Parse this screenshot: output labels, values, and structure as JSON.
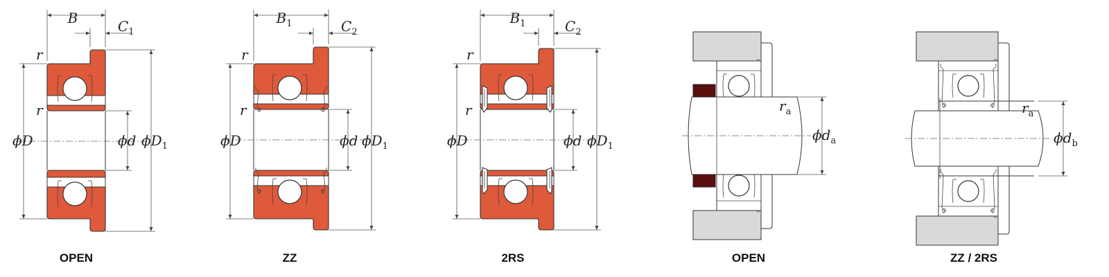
{
  "diagram": {
    "colors": {
      "ring": "#de5a3a",
      "ring_stroke": "#333333",
      "housing": "#d9d9d9",
      "collar": "#5a0e10",
      "line": "#333333"
    },
    "variants": [
      {
        "caption": "OPEN",
        "width_symbol": "B",
        "flange_symbol": "C",
        "flange_sub": "1",
        "corner_symbol": "r",
        "outer_dia_symbol": "ϕD",
        "bore_symbol": "ϕd",
        "flange_dia_symbol": "ϕD",
        "flange_dia_sub": "1",
        "shield": "none"
      },
      {
        "caption": "ZZ",
        "width_symbol": "B",
        "width_sub": "1",
        "flange_symbol": "C",
        "flange_sub": "2",
        "corner_symbol": "r",
        "outer_dia_symbol": "ϕD",
        "bore_symbol": "ϕd",
        "flange_dia_symbol": "ϕD",
        "flange_dia_sub": "1",
        "shield": "metal"
      },
      {
        "caption": "2RS",
        "width_symbol": "B",
        "width_sub": "1",
        "flange_symbol": "C",
        "flange_sub": "2",
        "corner_symbol": "r",
        "outer_dia_symbol": "ϕD",
        "bore_symbol": "ϕd",
        "flange_dia_symbol": "ϕD",
        "flange_dia_sub": "1",
        "shield": "rubber"
      }
    ],
    "mountings": [
      {
        "caption": "OPEN",
        "fillet_symbol": "r",
        "fillet_sub": "a",
        "shoulder_symbol": "ϕd",
        "shoulder_sub": "a"
      },
      {
        "caption": "ZZ / 2RS",
        "fillet_symbol": "r",
        "fillet_sub": "a",
        "shoulder_symbol": "ϕd",
        "shoulder_sub": "b"
      }
    ]
  }
}
